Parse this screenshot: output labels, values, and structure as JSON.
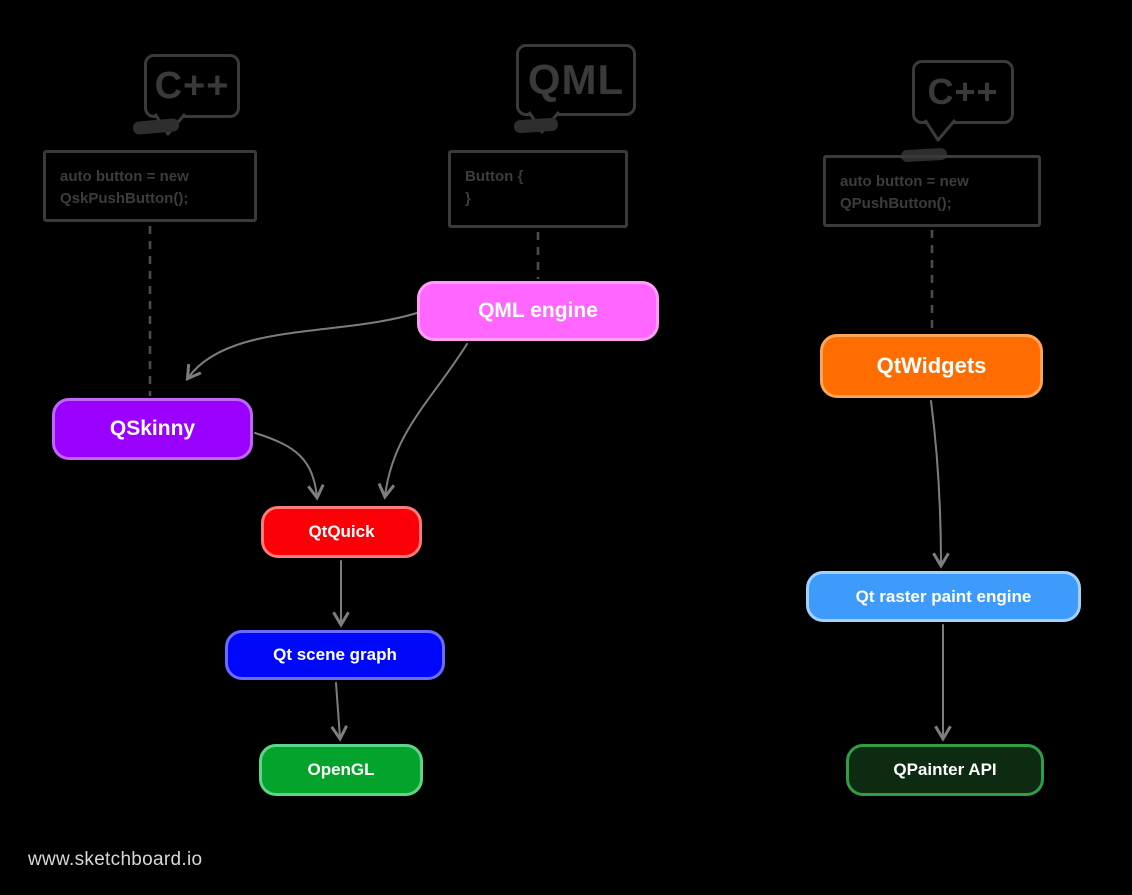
{
  "watermark": "www.sketchboard.io",
  "bubbles": [
    {
      "label": "C++"
    },
    {
      "label": "QML"
    },
    {
      "label": "C++"
    }
  ],
  "code_boxes": [
    {
      "line1": "auto button = new",
      "line2": "QskPushButton();"
    },
    {
      "line1": "Button {",
      "line2": "}"
    },
    {
      "line1": "auto button = new",
      "line2": "QPushButton();"
    }
  ],
  "nodes": {
    "qml_engine": {
      "label": "QML engine",
      "fill": "#ff66ff",
      "border": "#ff9ef2"
    },
    "qskinny": {
      "label": "QSkinny",
      "fill": "#9900ff",
      "border": "#c066ff"
    },
    "qtquick": {
      "label": "QtQuick",
      "fill": "#fb0006",
      "border": "#ff7a7a"
    },
    "scene_graph": {
      "label": "Qt scene graph",
      "fill": "#0008fb",
      "border": "#6b6bff"
    },
    "opengl": {
      "label": "OpenGL",
      "fill": "#04a42c",
      "border": "#5ed489"
    },
    "qtwidgets": {
      "label": "QtWidgets",
      "fill": "#ff6d01",
      "border": "#ffa558"
    },
    "raster": {
      "label": "Qt raster paint engine",
      "fill": "#3e9bfc",
      "border": "#a3d1ff"
    },
    "qpainter": {
      "label": "QPainter API",
      "fill": "#0c2b10",
      "border": "#2e9e47"
    }
  },
  "edges": [
    {
      "from": "C++ QskPushButton code",
      "to": "QSkinny",
      "style": "dashed"
    },
    {
      "from": "QML Button code",
      "to": "QML engine",
      "style": "dashed"
    },
    {
      "from": "C++ QPushButton code",
      "to": "QtWidgets",
      "style": "dashed"
    },
    {
      "from": "QML engine",
      "to": "QSkinny",
      "style": "arrow"
    },
    {
      "from": "QML engine",
      "to": "QtQuick",
      "style": "arrow"
    },
    {
      "from": "QSkinny",
      "to": "QtQuick",
      "style": "arrow"
    },
    {
      "from": "QtQuick",
      "to": "Qt scene graph",
      "style": "arrow"
    },
    {
      "from": "Qt scene graph",
      "to": "OpenGL",
      "style": "arrow"
    },
    {
      "from": "QtWidgets",
      "to": "Qt raster paint engine",
      "style": "arrow"
    },
    {
      "from": "Qt raster paint engine",
      "to": "QPainter API",
      "style": "arrow"
    }
  ],
  "colors": {
    "background": "#000000",
    "sketch": "#3a3a3a",
    "code_text": "#3c3c3c",
    "arrow": "#7d7d7d",
    "dashed": "#4c4c4c",
    "node_text": "#ffffff",
    "watermark": "#d8d8d8",
    "scribble": "#2e2e2e"
  }
}
